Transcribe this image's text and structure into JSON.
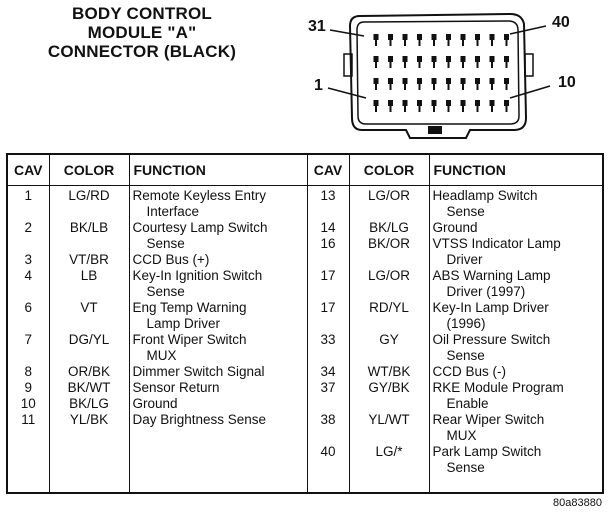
{
  "title": {
    "line1": "BODY CONTROL",
    "line2": "MODULE \"A\"",
    "line3": "CONNECTOR (BLACK)"
  },
  "connector": {
    "pin_labels": [
      "31",
      "40",
      "1",
      "10"
    ]
  },
  "table": {
    "headers": [
      "CAV",
      "COLOR",
      "FUNCTION",
      "CAV",
      "COLOR",
      "FUNCTION"
    ],
    "left": [
      {
        "cav": "1",
        "color": "LG/RD",
        "function": [
          "Remote Keyless Entry",
          "Interface"
        ]
      },
      {
        "cav": "2",
        "color": "BK/LB",
        "function": [
          "Courtesy Lamp Switch",
          "Sense"
        ]
      },
      {
        "cav": "3",
        "color": "VT/BR",
        "function": [
          "CCD Bus (+)"
        ]
      },
      {
        "cav": "4",
        "color": "LB",
        "function": [
          "Key-In Ignition Switch",
          "Sense"
        ]
      },
      {
        "cav": "6",
        "color": "VT",
        "function": [
          "Eng Temp Warning",
          "Lamp Driver"
        ]
      },
      {
        "cav": "7",
        "color": "DG/YL",
        "function": [
          "Front Wiper Switch",
          "MUX"
        ]
      },
      {
        "cav": "8",
        "color": "OR/BK",
        "function": [
          "Dimmer Switch Signal"
        ]
      },
      {
        "cav": "9",
        "color": "BK/WT",
        "function": [
          "Sensor Return"
        ]
      },
      {
        "cav": "10",
        "color": "BK/LG",
        "function": [
          "Ground"
        ]
      },
      {
        "cav": "11",
        "color": "YL/BK",
        "function": [
          "Day Brightness Sense"
        ]
      }
    ],
    "right": [
      {
        "cav": "13",
        "color": "LG/OR",
        "function": [
          "Headlamp Switch",
          "Sense"
        ]
      },
      {
        "cav": "14",
        "color": "BK/LG",
        "function": [
          "Ground"
        ]
      },
      {
        "cav": "16",
        "color": "BK/OR",
        "function": [
          "VTSS Indicator Lamp",
          "Driver"
        ]
      },
      {
        "cav": "17",
        "color": "LG/OR",
        "function": [
          "ABS Warning Lamp",
          "Driver (1997)"
        ]
      },
      {
        "cav": "17",
        "color": "RD/YL",
        "function": [
          "Key-In Lamp Driver",
          "(1996)"
        ]
      },
      {
        "cav": "33",
        "color": "GY",
        "function": [
          "Oil Pressure Switch",
          "Sense"
        ]
      },
      {
        "cav": "34",
        "color": "WT/BK",
        "function": [
          "CCD Bus (-)"
        ]
      },
      {
        "cav": "37",
        "color": "GY/BK",
        "function": [
          "RKE Module Program",
          "Enable"
        ]
      },
      {
        "cav": "38",
        "color": "YL/WT",
        "function": [
          "Rear Wiper Switch",
          "MUX"
        ]
      },
      {
        "cav": "40",
        "color": "LG/*",
        "function": [
          "Park Lamp Switch",
          "Sense"
        ]
      }
    ]
  },
  "reference": "80a83880"
}
